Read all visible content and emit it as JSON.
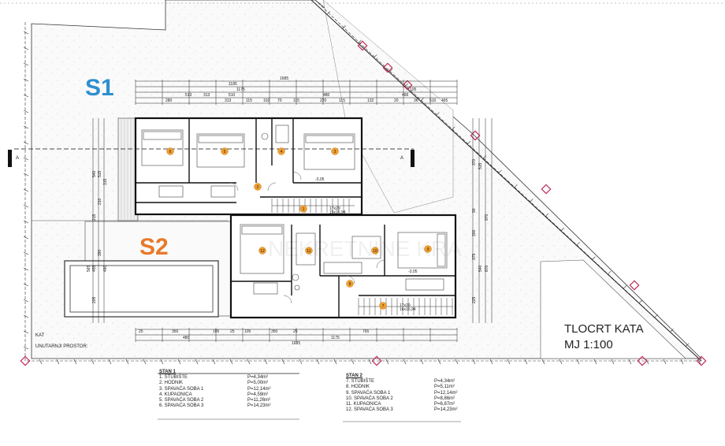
{
  "labels": {
    "s1": "S1",
    "s2": "S2",
    "section_mark": "A",
    "kat": "KAT",
    "unutarnji": "UNUTARNJI PROSTOR:",
    "title_line1": "TLOCRT KATA",
    "title_line2": "MJ 1:100",
    "watermark": "NEKRETNINE KRA"
  },
  "room_numbers": [
    "1",
    "2",
    "3",
    "4",
    "5",
    "6",
    "7",
    "8",
    "9",
    "10",
    "11",
    "12"
  ],
  "levels": [
    "-3,05",
    "-3,05"
  ],
  "stairs": [
    "17x29\n15x16,94",
    "17x29\n16x16,94"
  ],
  "dims_top": [
    "1685",
    "1185",
    "1175",
    "513",
    "313",
    "510",
    "480",
    "280",
    "313",
    "115",
    "102",
    "70",
    "115",
    "220",
    "115",
    "132",
    "466",
    "105",
    "20",
    "36",
    "510",
    "465"
  ],
  "dims_bottom": [
    "25",
    "350",
    "105",
    "25",
    "105",
    "350",
    "25",
    "765",
    "480",
    "1175",
    "1685"
  ],
  "dims_right": [
    "370",
    "515",
    "970",
    "375",
    "540",
    "90",
    "300",
    "870",
    "225"
  ],
  "dims_left": [
    "540",
    "515",
    "315",
    "390",
    "455",
    "215",
    "210",
    "490",
    "205",
    "565"
  ],
  "legend": {
    "stan1": {
      "title": "STAN 1",
      "rows": [
        {
          "name": "1. STUBIŠTE",
          "area": "P=4,34m²"
        },
        {
          "name": "2. HODNIK",
          "area": "P=5,00m²"
        },
        {
          "name": "3. SPAVAĆA SOBA 1",
          "area": "P=12,14m²"
        },
        {
          "name": "4. KUPAONICA",
          "area": "P=4,59m²"
        },
        {
          "name": "5. SPAVAĆA SOBA 2",
          "area": "P=11,26m²"
        },
        {
          "name": "6. SPAVAĆA SOBA 3",
          "area": "P=14,23m²"
        }
      ]
    },
    "stan2": {
      "title": "STAN 2",
      "rows": [
        {
          "name": "7. STUBIŠTE",
          "area": "P=4,34m²"
        },
        {
          "name": "8. HODNIK",
          "area": "P=5,11m²"
        },
        {
          "name": "9. SPAVAĆA SOBA 1",
          "area": "P=12,14m²"
        },
        {
          "name": "10. SPAVAĆA SOBA 2",
          "area": "P=8,86m²"
        },
        {
          "name": "11. KUPAONICA",
          "area": "P=6,87m²"
        },
        {
          "name": "12. SPAVAĆA SOBA 3",
          "area": "P=14,23m²"
        }
      ]
    }
  },
  "colors": {
    "s1": "#2e8fd0",
    "s2": "#e8792a",
    "room_marker": "#f0a030",
    "boundary_marker": "#c0305a",
    "pool": "#ffffff"
  }
}
